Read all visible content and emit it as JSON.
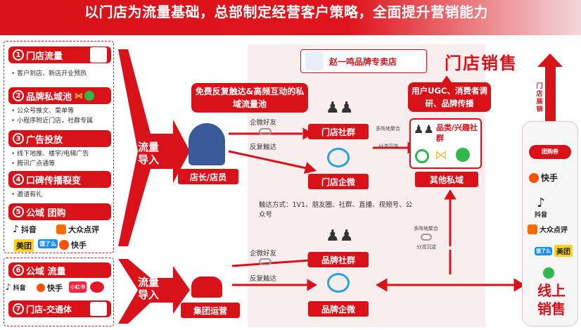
{
  "header": {
    "title": "以门店为流量基础，总部制定经营客户策略，全面提升营销能力"
  },
  "left_panel": {
    "items": [
      {
        "num": "1",
        "label": "门店流量",
        "bullets": [
          "客户到店、新店开业预热"
        ]
      },
      {
        "num": "2",
        "label": "品牌私域池",
        "bullets": [
          "公众号推文、菜单等",
          "小程序附近门店，社群专属"
        ]
      },
      {
        "num": "3",
        "label": "广告投放",
        "bullets": [
          "线下地推、楼宇/电梯广告",
          "腾讯广点通等"
        ]
      },
      {
        "num": "4",
        "label": "口碑传播裂变",
        "bullets": [
          "邀请有礼"
        ]
      },
      {
        "num": "5",
        "label": "公域 团购",
        "bullets": []
      }
    ],
    "platforms_top": [
      "抖音",
      "大众点评",
      "美团",
      "饿了么",
      "快手"
    ],
    "bottom_items": [
      {
        "num": "6",
        "label": "公域 流量"
      },
      {
        "num": "7",
        "label": "门店-交通体"
      }
    ],
    "platforms_bottom": [
      "抖音",
      "快手",
      "小红书",
      "微博"
    ]
  },
  "arrows": {
    "flow_label_1": "流量导入",
    "flow_label_2": "流量导入"
  },
  "middle": {
    "store_manager": "店长/店员",
    "group_ops": "集团运营",
    "callout_private": "免费反复触达&高频互动的私域流量池",
    "wechat_friend_1": "企微好友",
    "repeat_reach_1": "反复触达",
    "wechat_friend_2": "企微好友",
    "repeat_reach_2": "反复触达",
    "store_group": "门店社群",
    "store_wecom": "门店企微",
    "brand_group": "品牌社群",
    "brand_wecom": "品牌企微",
    "touch_methods": "触达方式：1V1、朋友圈、社群、直播、视频号、公众号",
    "multi_aggregate_1": "多阵地聚合",
    "split_settle_1": "分流沉淀",
    "multi_aggregate_2": "多阵地聚合",
    "split_settle_2": "分流沉淀"
  },
  "right_center": {
    "store_name": "赵一鸣品牌专卖店",
    "store_sales": "门店销售",
    "ugc_callout": "用户UGC、消费者调研、品牌传播",
    "category_group": "品类/兴趣社群",
    "other_private": "其他私域",
    "store_display": "门店展销"
  },
  "right_panel": {
    "tag": "团购券",
    "platforms": [
      "快手",
      "抖音",
      "大众点评",
      "美团",
      "饿了么",
      "微信"
    ],
    "online_sales": "线上销售"
  },
  "colors": {
    "primary_red": "#d9121a",
    "panel_pink": "#f9eeee"
  }
}
